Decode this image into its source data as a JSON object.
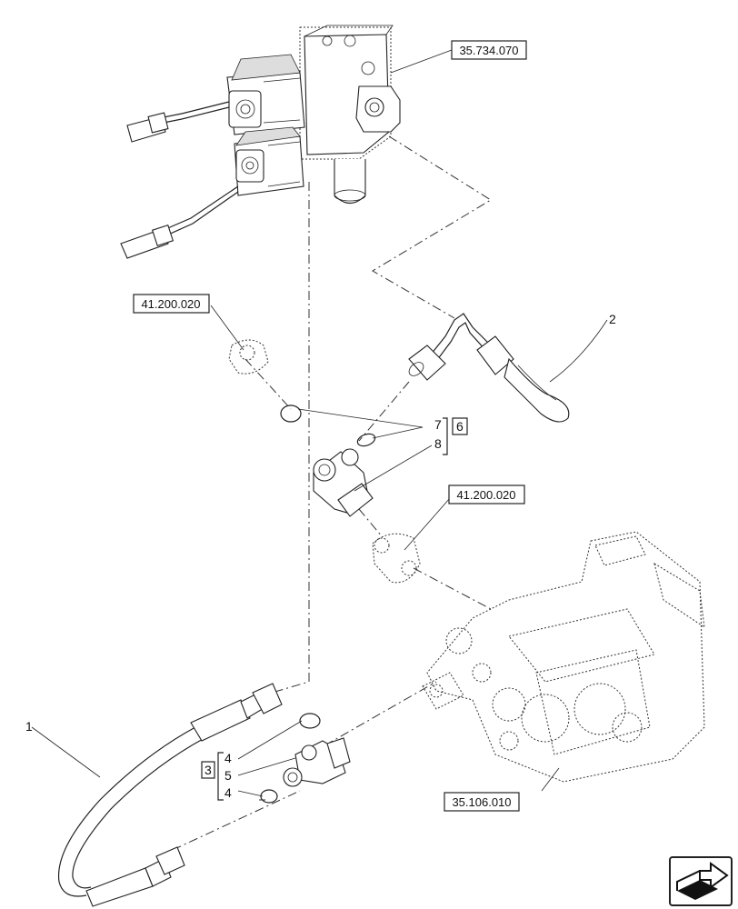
{
  "references": {
    "valve_block": "35.734.070",
    "fitting_top": "41.200.020",
    "fitting_mid": "41.200.020",
    "pump": "35.106.010"
  },
  "items": {
    "hose": "1",
    "tube": "2",
    "kit_lower": "3",
    "oring_lower_top": "4",
    "tee_fitting": "5",
    "oring_lower_bottom": "4",
    "kit_upper": "6",
    "oring_upper": "7",
    "adapter_upper": "8"
  },
  "icons": {
    "navigation": "next-page-arrow-icon"
  }
}
